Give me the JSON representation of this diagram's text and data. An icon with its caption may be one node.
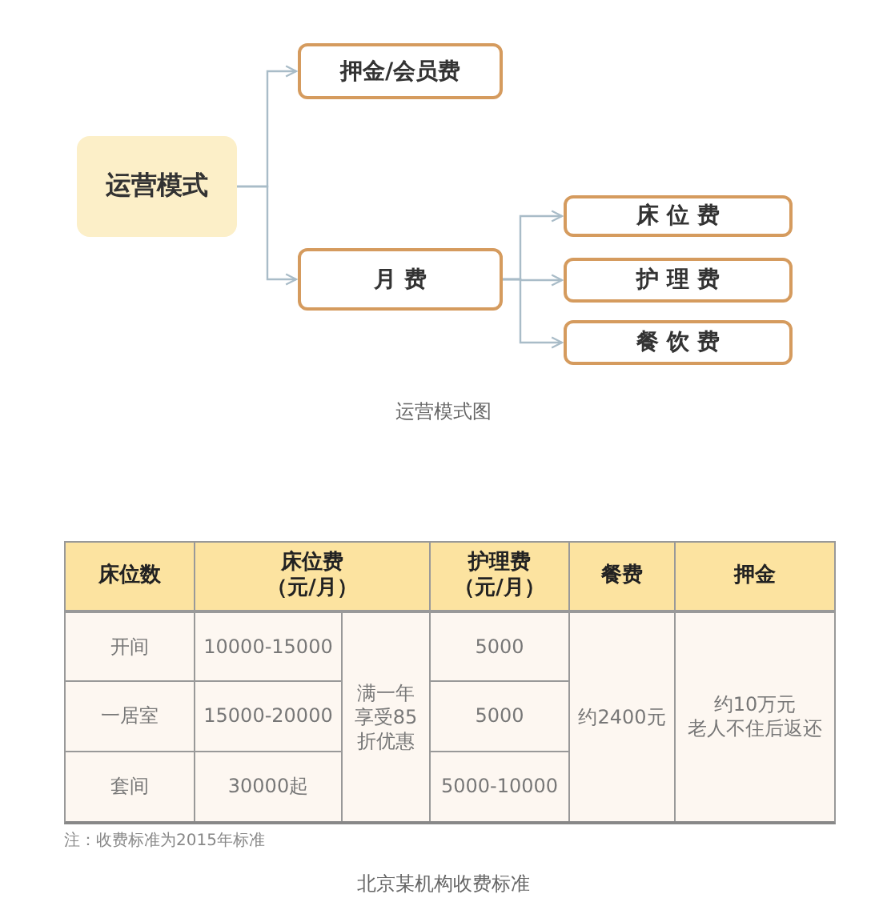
{
  "diagram": {
    "caption": "北京某机构收费标准",
    "nodes": [
      {
        "text": [
          "运营模式"
        ]
      },
      {
        "text": [
          "押金/会员费"
        ]
      },
      {
        "text": [
          "月 费"
        ]
      },
      {
        "text": [
          "床 位 费"
        ]
      },
      {
        "text": [
          "护 理 费"
        ]
      },
      {
        "text": [
          "餐 饮 费"
        ]
      }
    ],
    "edges": [
      {
        "from": 0,
        "to": 1,
        "arrow": "to"
      },
      {
        "from": 0,
        "to": 2,
        "arrow": "to"
      },
      {
        "from": 2,
        "to": 3,
        "arrow": "to"
      },
      {
        "from": 2,
        "to": 4,
        "arrow": "to"
      },
      {
        "from": 2,
        "to": 5,
        "arrow": "to"
      }
    ],
    "labels": [
      "运营模式图",
      "床位数",
      "床位费",
      "（元/月）",
      "护理费",
      "（元/月）",
      "餐费",
      "押金",
      "开间",
      "10000-15000",
      "满一年享受85折优惠",
      "5000",
      "约2400元",
      "约10万元",
      "老人不住后返还",
      "一居室",
      "15000-20000",
      "5000",
      "套间",
      "30000起",
      "5000-10000",
      "注：收费标准为2015年标准"
    ]
  }
}
